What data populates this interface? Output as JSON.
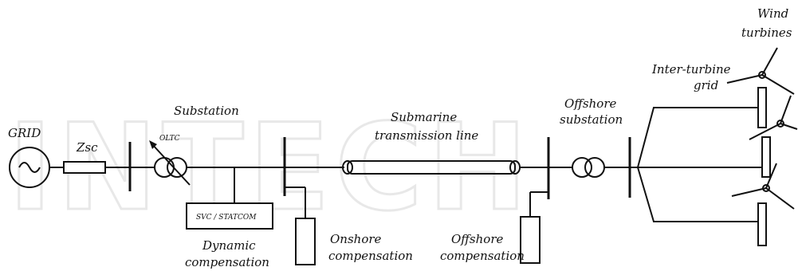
{
  "watermark": "INTECH",
  "labels": {
    "grid": "GRID",
    "zsc": "Zsc",
    "substation": "Substation",
    "oltc": "OLTC",
    "svc_statcom": "SVC / STATCOM",
    "dynamic_line1": "Dynamic",
    "dynamic_line2": "compensation",
    "submarine_line1": "Submarine",
    "submarine_line2": "transmission line",
    "onshore_line1": "Onshore",
    "onshore_line2": "compensation",
    "offshore_sub_line1": "Offshore",
    "offshore_sub_line2": "substation",
    "offshore_comp_line1": "Offshore",
    "offshore_comp_line2": "compensation",
    "interturbine_line1": "Inter-turbine",
    "interturbine_line2": "grid",
    "wind_line1": "Wind",
    "wind_line2": "turbines"
  }
}
